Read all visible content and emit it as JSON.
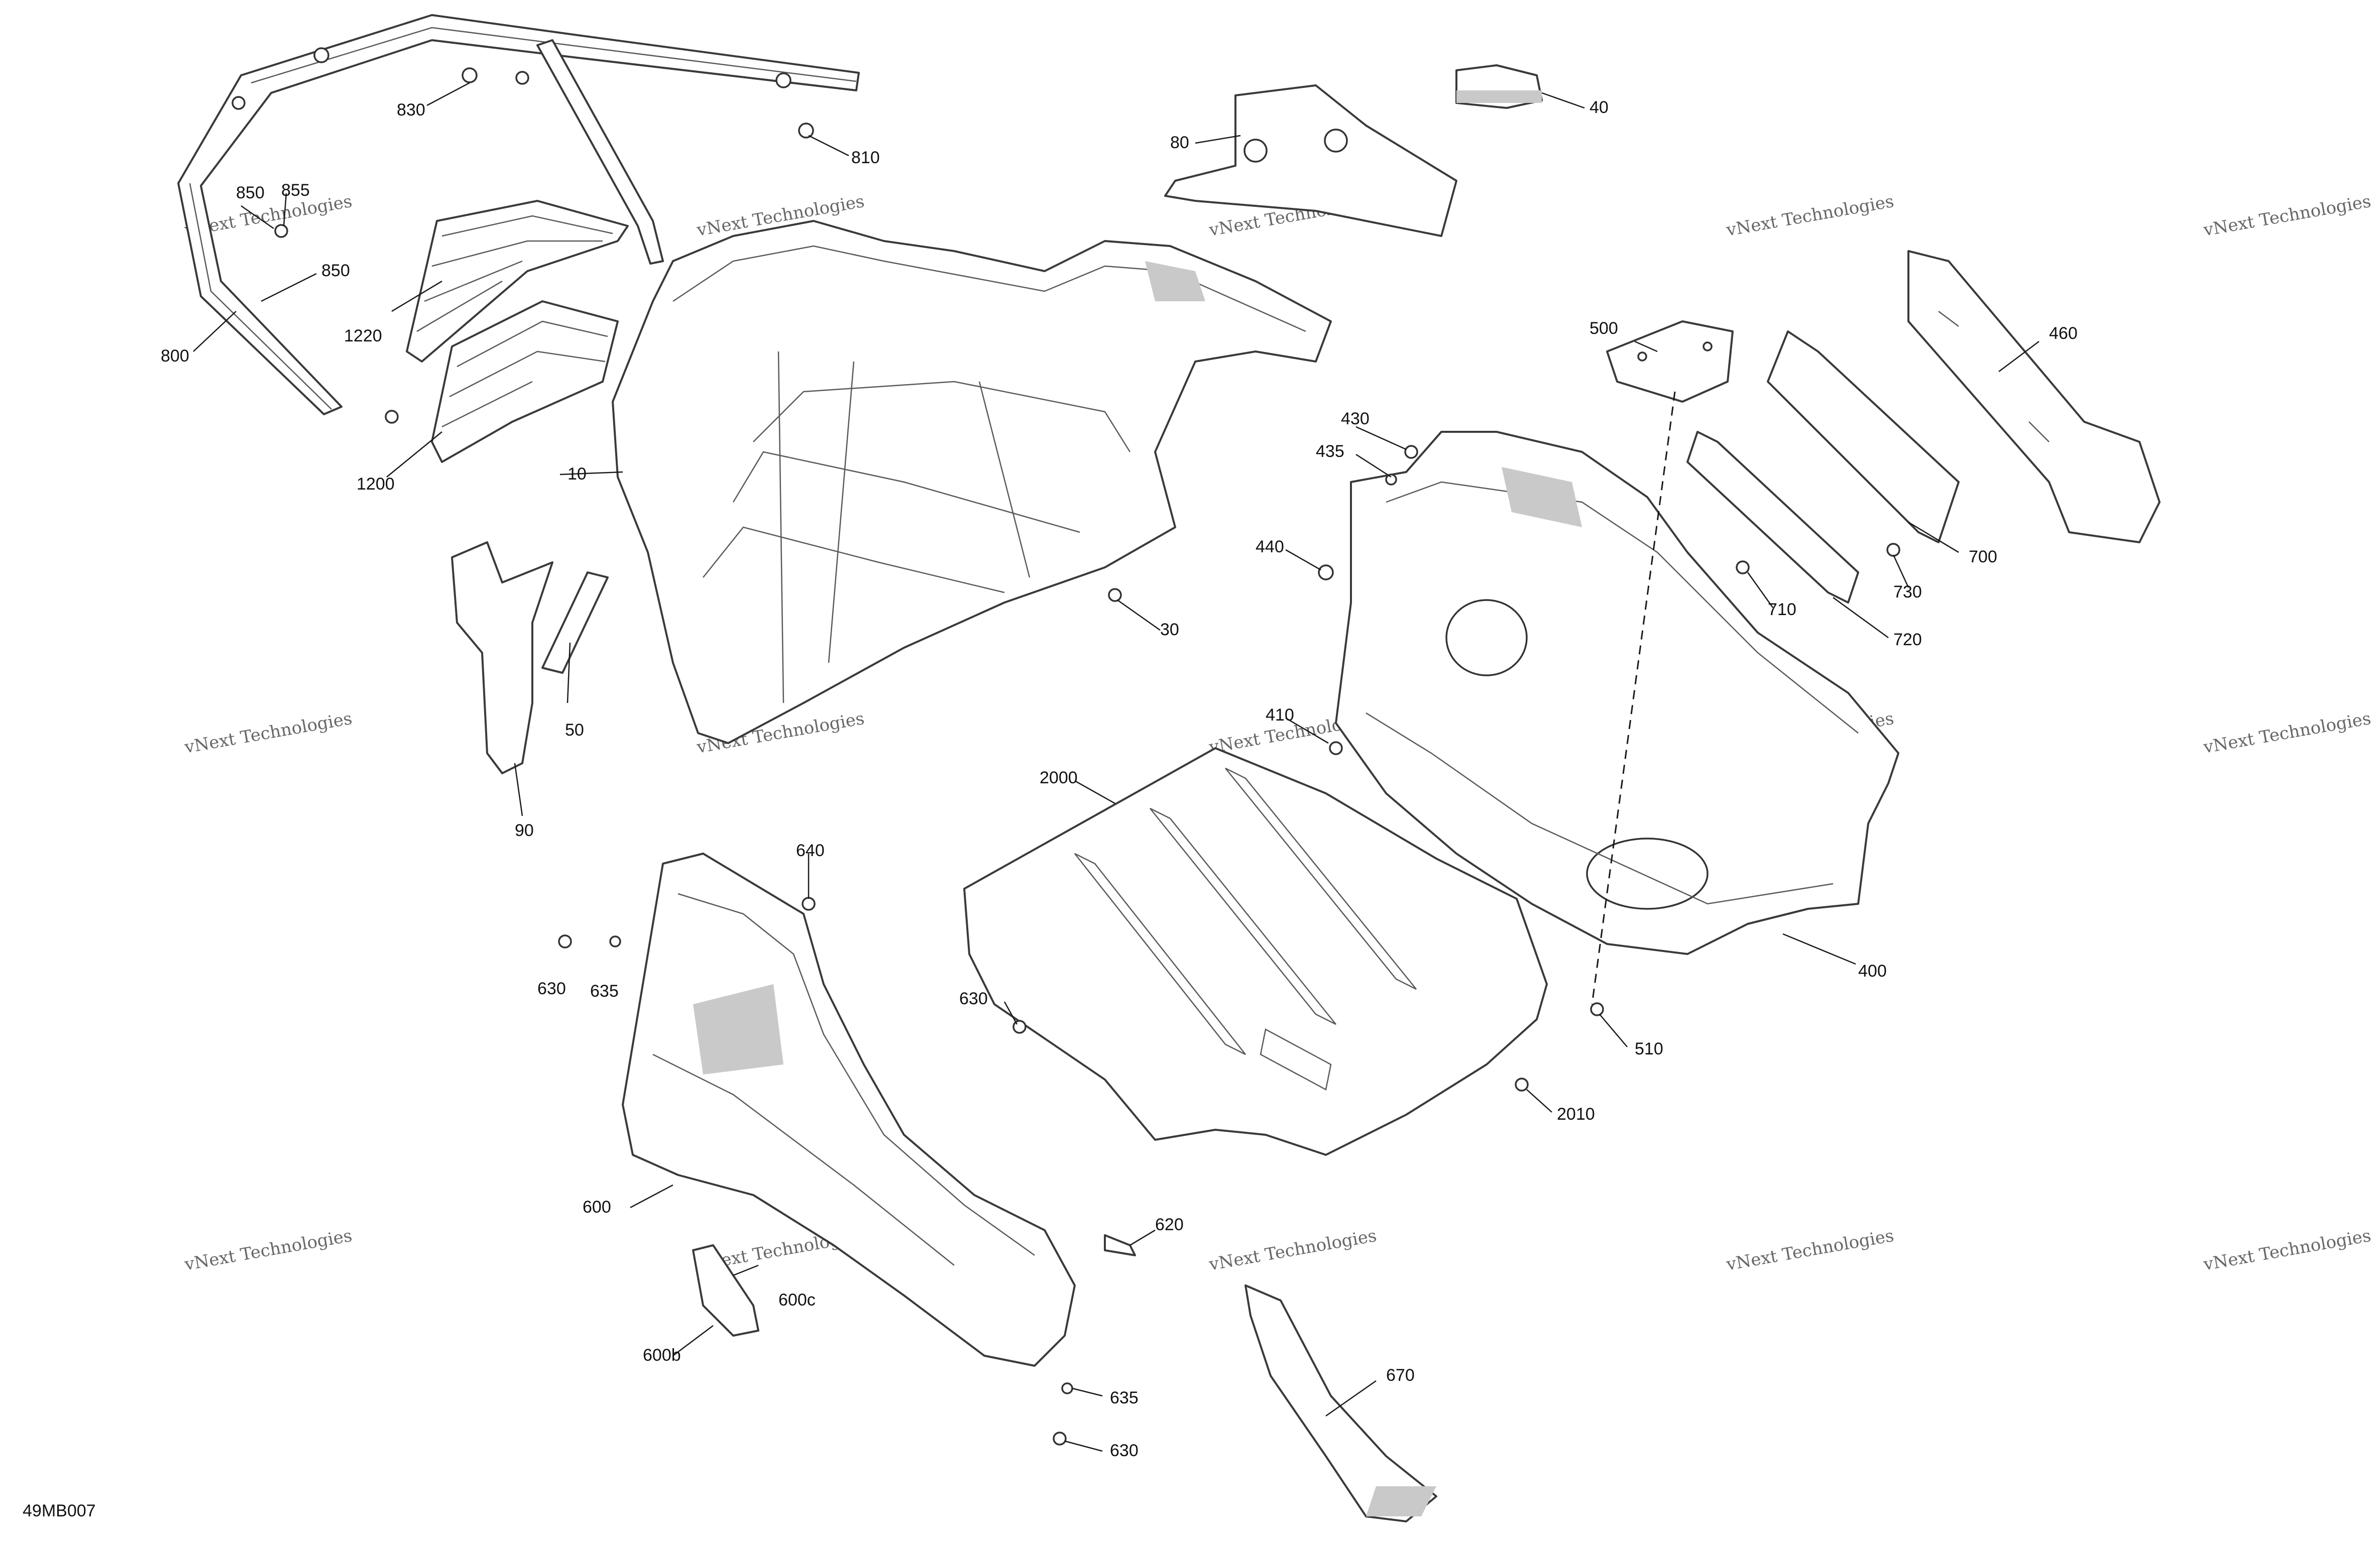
{
  "diagram": {
    "reference_code": "49MB007",
    "watermark": {
      "line1": "vNext Technologies",
      "line2": "vNext",
      "line3": "Technologies"
    },
    "callouts": [
      {
        "id": "c830",
        "label": "830"
      },
      {
        "id": "c810",
        "label": "810"
      },
      {
        "id": "c850a",
        "label": "850"
      },
      {
        "id": "c855",
        "label": "855"
      },
      {
        "id": "c850b",
        "label": "850"
      },
      {
        "id": "c800",
        "label": "800"
      },
      {
        "id": "c1220",
        "label": "1220"
      },
      {
        "id": "c1200",
        "label": "1200"
      },
      {
        "id": "c10",
        "label": "10"
      },
      {
        "id": "c80",
        "label": "80"
      },
      {
        "id": "c40",
        "label": "40"
      },
      {
        "id": "c30",
        "label": "30"
      },
      {
        "id": "c50",
        "label": "50"
      },
      {
        "id": "c90",
        "label": "90"
      },
      {
        "id": "c500",
        "label": "500"
      },
      {
        "id": "c460",
        "label": "460"
      },
      {
        "id": "c430",
        "label": "430"
      },
      {
        "id": "c435",
        "label": "435"
      },
      {
        "id": "c440",
        "label": "440"
      },
      {
        "id": "c700",
        "label": "700"
      },
      {
        "id": "c730",
        "label": "730"
      },
      {
        "id": "c710",
        "label": "710"
      },
      {
        "id": "c720",
        "label": "720"
      },
      {
        "id": "c410",
        "label": "410"
      },
      {
        "id": "c2000",
        "label": "2000"
      },
      {
        "id": "c640",
        "label": "640"
      },
      {
        "id": "c630a",
        "label": "630"
      },
      {
        "id": "c635a",
        "label": "635"
      },
      {
        "id": "c630b",
        "label": "630"
      },
      {
        "id": "c400",
        "label": "400"
      },
      {
        "id": "c510",
        "label": "510"
      },
      {
        "id": "c2010",
        "label": "2010"
      },
      {
        "id": "c600",
        "label": "600"
      },
      {
        "id": "c620",
        "label": "620"
      },
      {
        "id": "c600c",
        "label": "600c"
      },
      {
        "id": "c600b",
        "label": "600b"
      },
      {
        "id": "c670",
        "label": "670"
      },
      {
        "id": "c635b",
        "label": "635"
      },
      {
        "id": "c630c",
        "label": "630"
      }
    ]
  }
}
